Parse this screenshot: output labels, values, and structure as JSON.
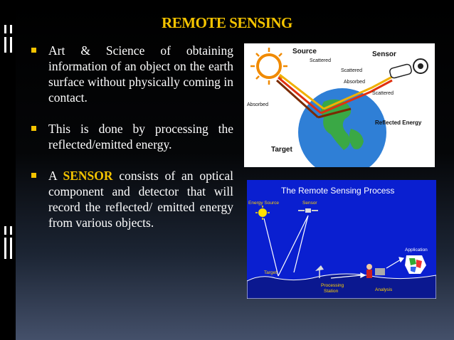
{
  "slide": {
    "title": "REMOTE SENSING",
    "bullets": [
      {
        "text": "Art & Science of obtaining information of an object on the earth   surface without physically coming in contact."
      },
      {
        "text": "This is done by processing the reflected/emitted energy."
      },
      {
        "prefix": "A ",
        "highlight": "SENSOR",
        "suffix": " consists of an optical component and detector that will record the reflected/ emitted energy from various objects."
      }
    ]
  },
  "figure1": {
    "labels": {
      "source": "Source",
      "sensor": "Sensor",
      "scattered1": "Scattered",
      "scattered2": "Scattered",
      "scattered3": "Scattered",
      "absorbed1": "Absorbed",
      "absorbed2": "Absorbed",
      "reflected": "Reflected Energy",
      "target": "Target"
    }
  },
  "figure2": {
    "title": "The Remote Sensing Process",
    "labels": {
      "energy_source": "Energy Source",
      "sensor": "Sensor",
      "target": "Target",
      "processing": "Processing",
      "station": "Station",
      "analysis": "Analysis",
      "application": "Application"
    }
  },
  "colors": {
    "accent": "#f5c400",
    "text": "#ffffff",
    "fig2_bg": "#0a1fd0"
  }
}
